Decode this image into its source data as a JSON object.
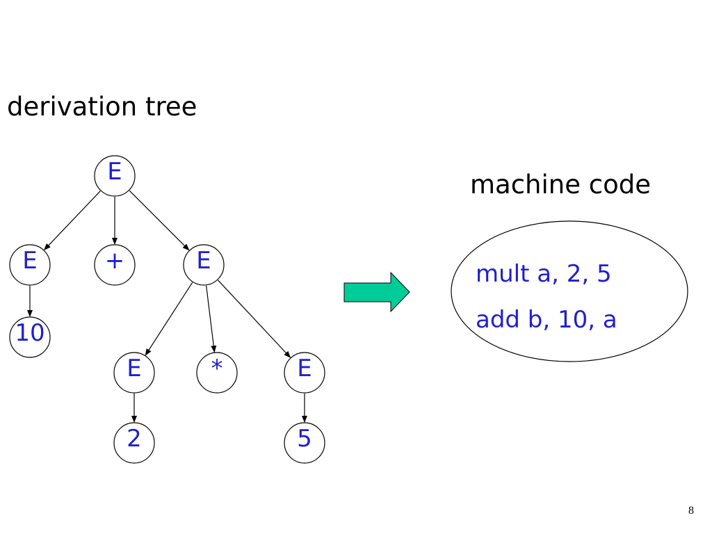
{
  "titles": {
    "tree": "derivation tree",
    "code": "machine code"
  },
  "tree": {
    "nodes": [
      {
        "id": "root",
        "label": "E"
      },
      {
        "id": "left",
        "label": "E"
      },
      {
        "id": "plus",
        "label": "+"
      },
      {
        "id": "right",
        "label": "E"
      },
      {
        "id": "ten",
        "label": "10"
      },
      {
        "id": "mul-left",
        "label": "E"
      },
      {
        "id": "times",
        "label": "*"
      },
      {
        "id": "mul-right",
        "label": "E"
      },
      {
        "id": "two",
        "label": "2"
      },
      {
        "id": "five",
        "label": "5"
      }
    ],
    "edges": [
      [
        "root",
        "left"
      ],
      [
        "root",
        "plus"
      ],
      [
        "root",
        "right"
      ],
      [
        "left",
        "ten"
      ],
      [
        "right",
        "mul-left"
      ],
      [
        "right",
        "times"
      ],
      [
        "right",
        "mul-right"
      ],
      [
        "mul-left",
        "two"
      ],
      [
        "mul-right",
        "five"
      ]
    ]
  },
  "code": {
    "lines": [
      "mult a, 2, 5",
      "add b, 10, a"
    ]
  },
  "arrow": {
    "color": "#00cc99",
    "icon": "right-arrow-icon"
  },
  "colors": {
    "node_text": "#1f1fd0",
    "outline": "#000000"
  },
  "page": {
    "number": "8"
  }
}
